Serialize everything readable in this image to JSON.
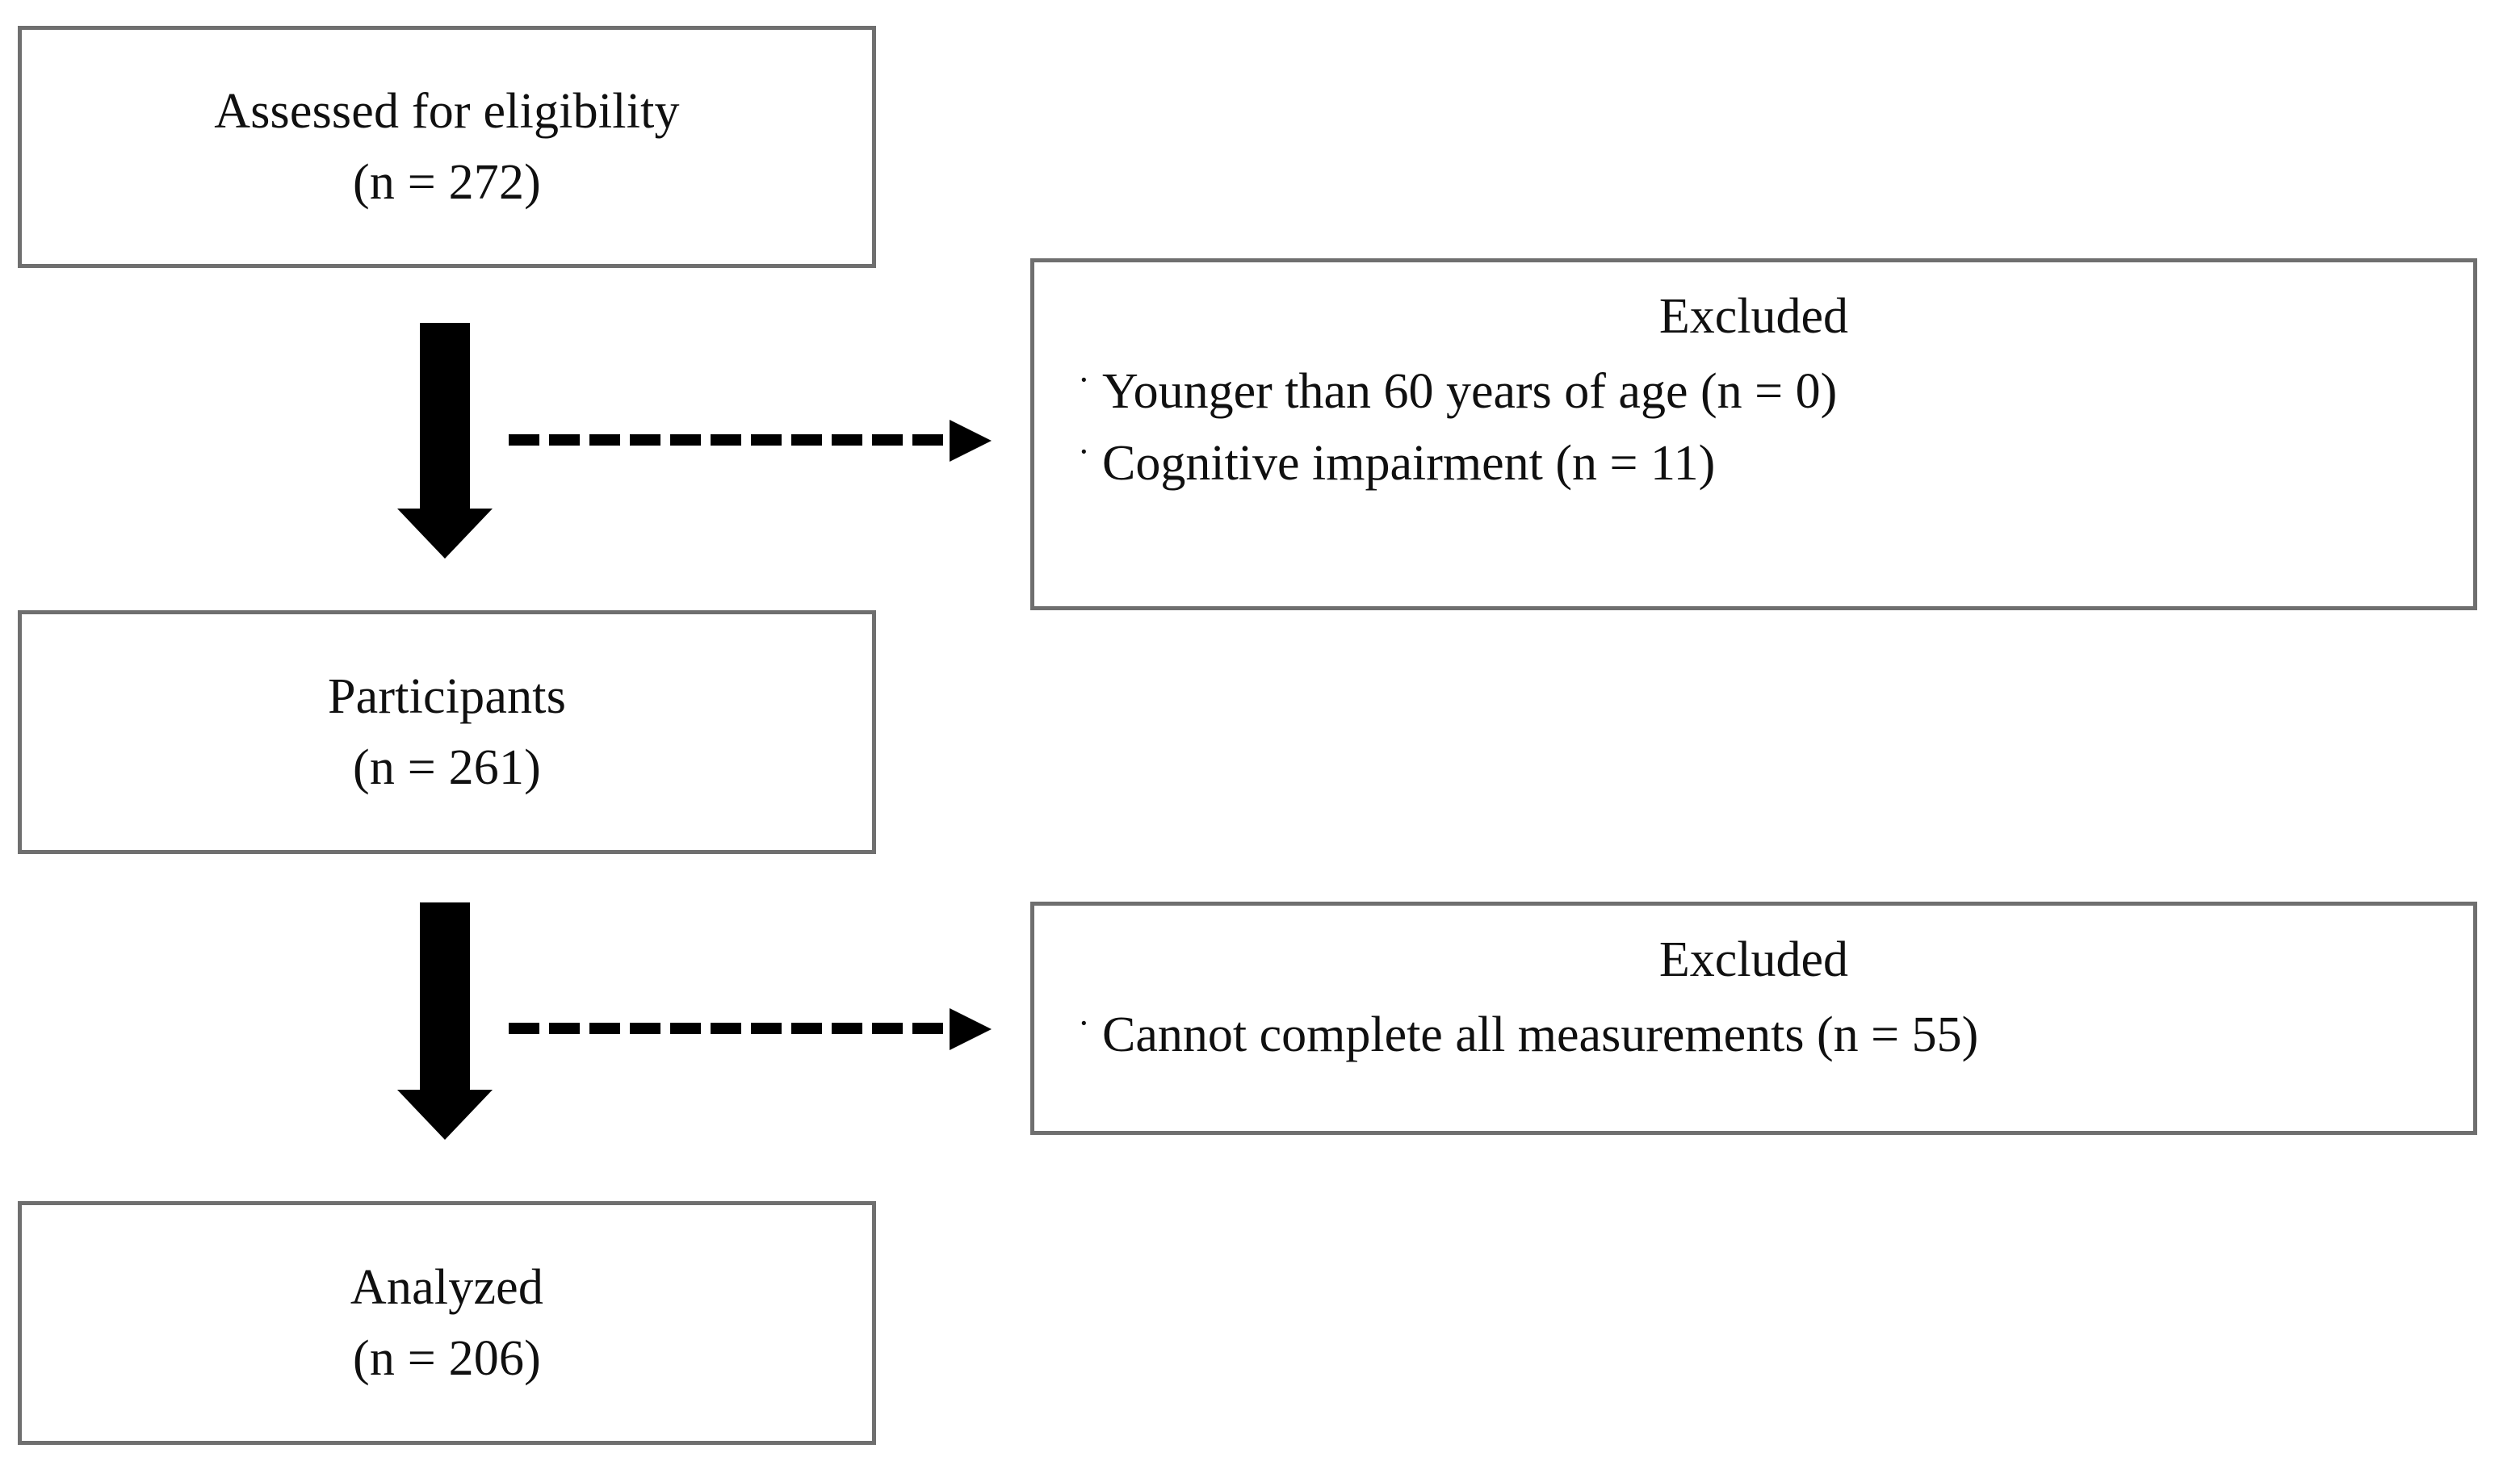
{
  "diagram": {
    "type": "participant-flow-diagram",
    "nodes": {
      "assessed": {
        "title": "Assessed for eligibility",
        "count_label": "(n = 272)",
        "n": 272
      },
      "participants": {
        "title": "Participants",
        "count_label": "(n = 261)",
        "n": 261
      },
      "analyzed": {
        "title": "Analyzed",
        "count_label": "(n = 206)",
        "n": 206
      },
      "excluded_1": {
        "title": "Excluded",
        "bullet_glyph": "·",
        "reasons": [
          {
            "text": "Younger than 60 years of age (n = 0)",
            "n": 0
          },
          {
            "text": "Cognitive impairment (n = 11)",
            "n": 11
          }
        ]
      },
      "excluded_2": {
        "title": "Excluded",
        "bullet_glyph": "·",
        "reasons": [
          {
            "text": "Cannot complete all measurements (n = 55)",
            "n": 55
          }
        ]
      }
    },
    "edges": [
      {
        "id": "flow-1",
        "from": "assessed",
        "to": "participants",
        "style": "solid-thick-down-arrow"
      },
      {
        "id": "exclude-1",
        "from": "flow-1",
        "to": "excluded_1",
        "style": "dashed-right-arrow"
      },
      {
        "id": "flow-2",
        "from": "participants",
        "to": "analyzed",
        "style": "solid-thick-down-arrow"
      },
      {
        "id": "exclude-2",
        "from": "flow-2",
        "to": "excluded_2",
        "style": "dashed-right-arrow"
      }
    ],
    "colors": {
      "box_border": "#6f6f6f",
      "box_fill": "#ffffff",
      "arrow": "#000000",
      "text": "#101010",
      "background": "#ffffff"
    }
  }
}
